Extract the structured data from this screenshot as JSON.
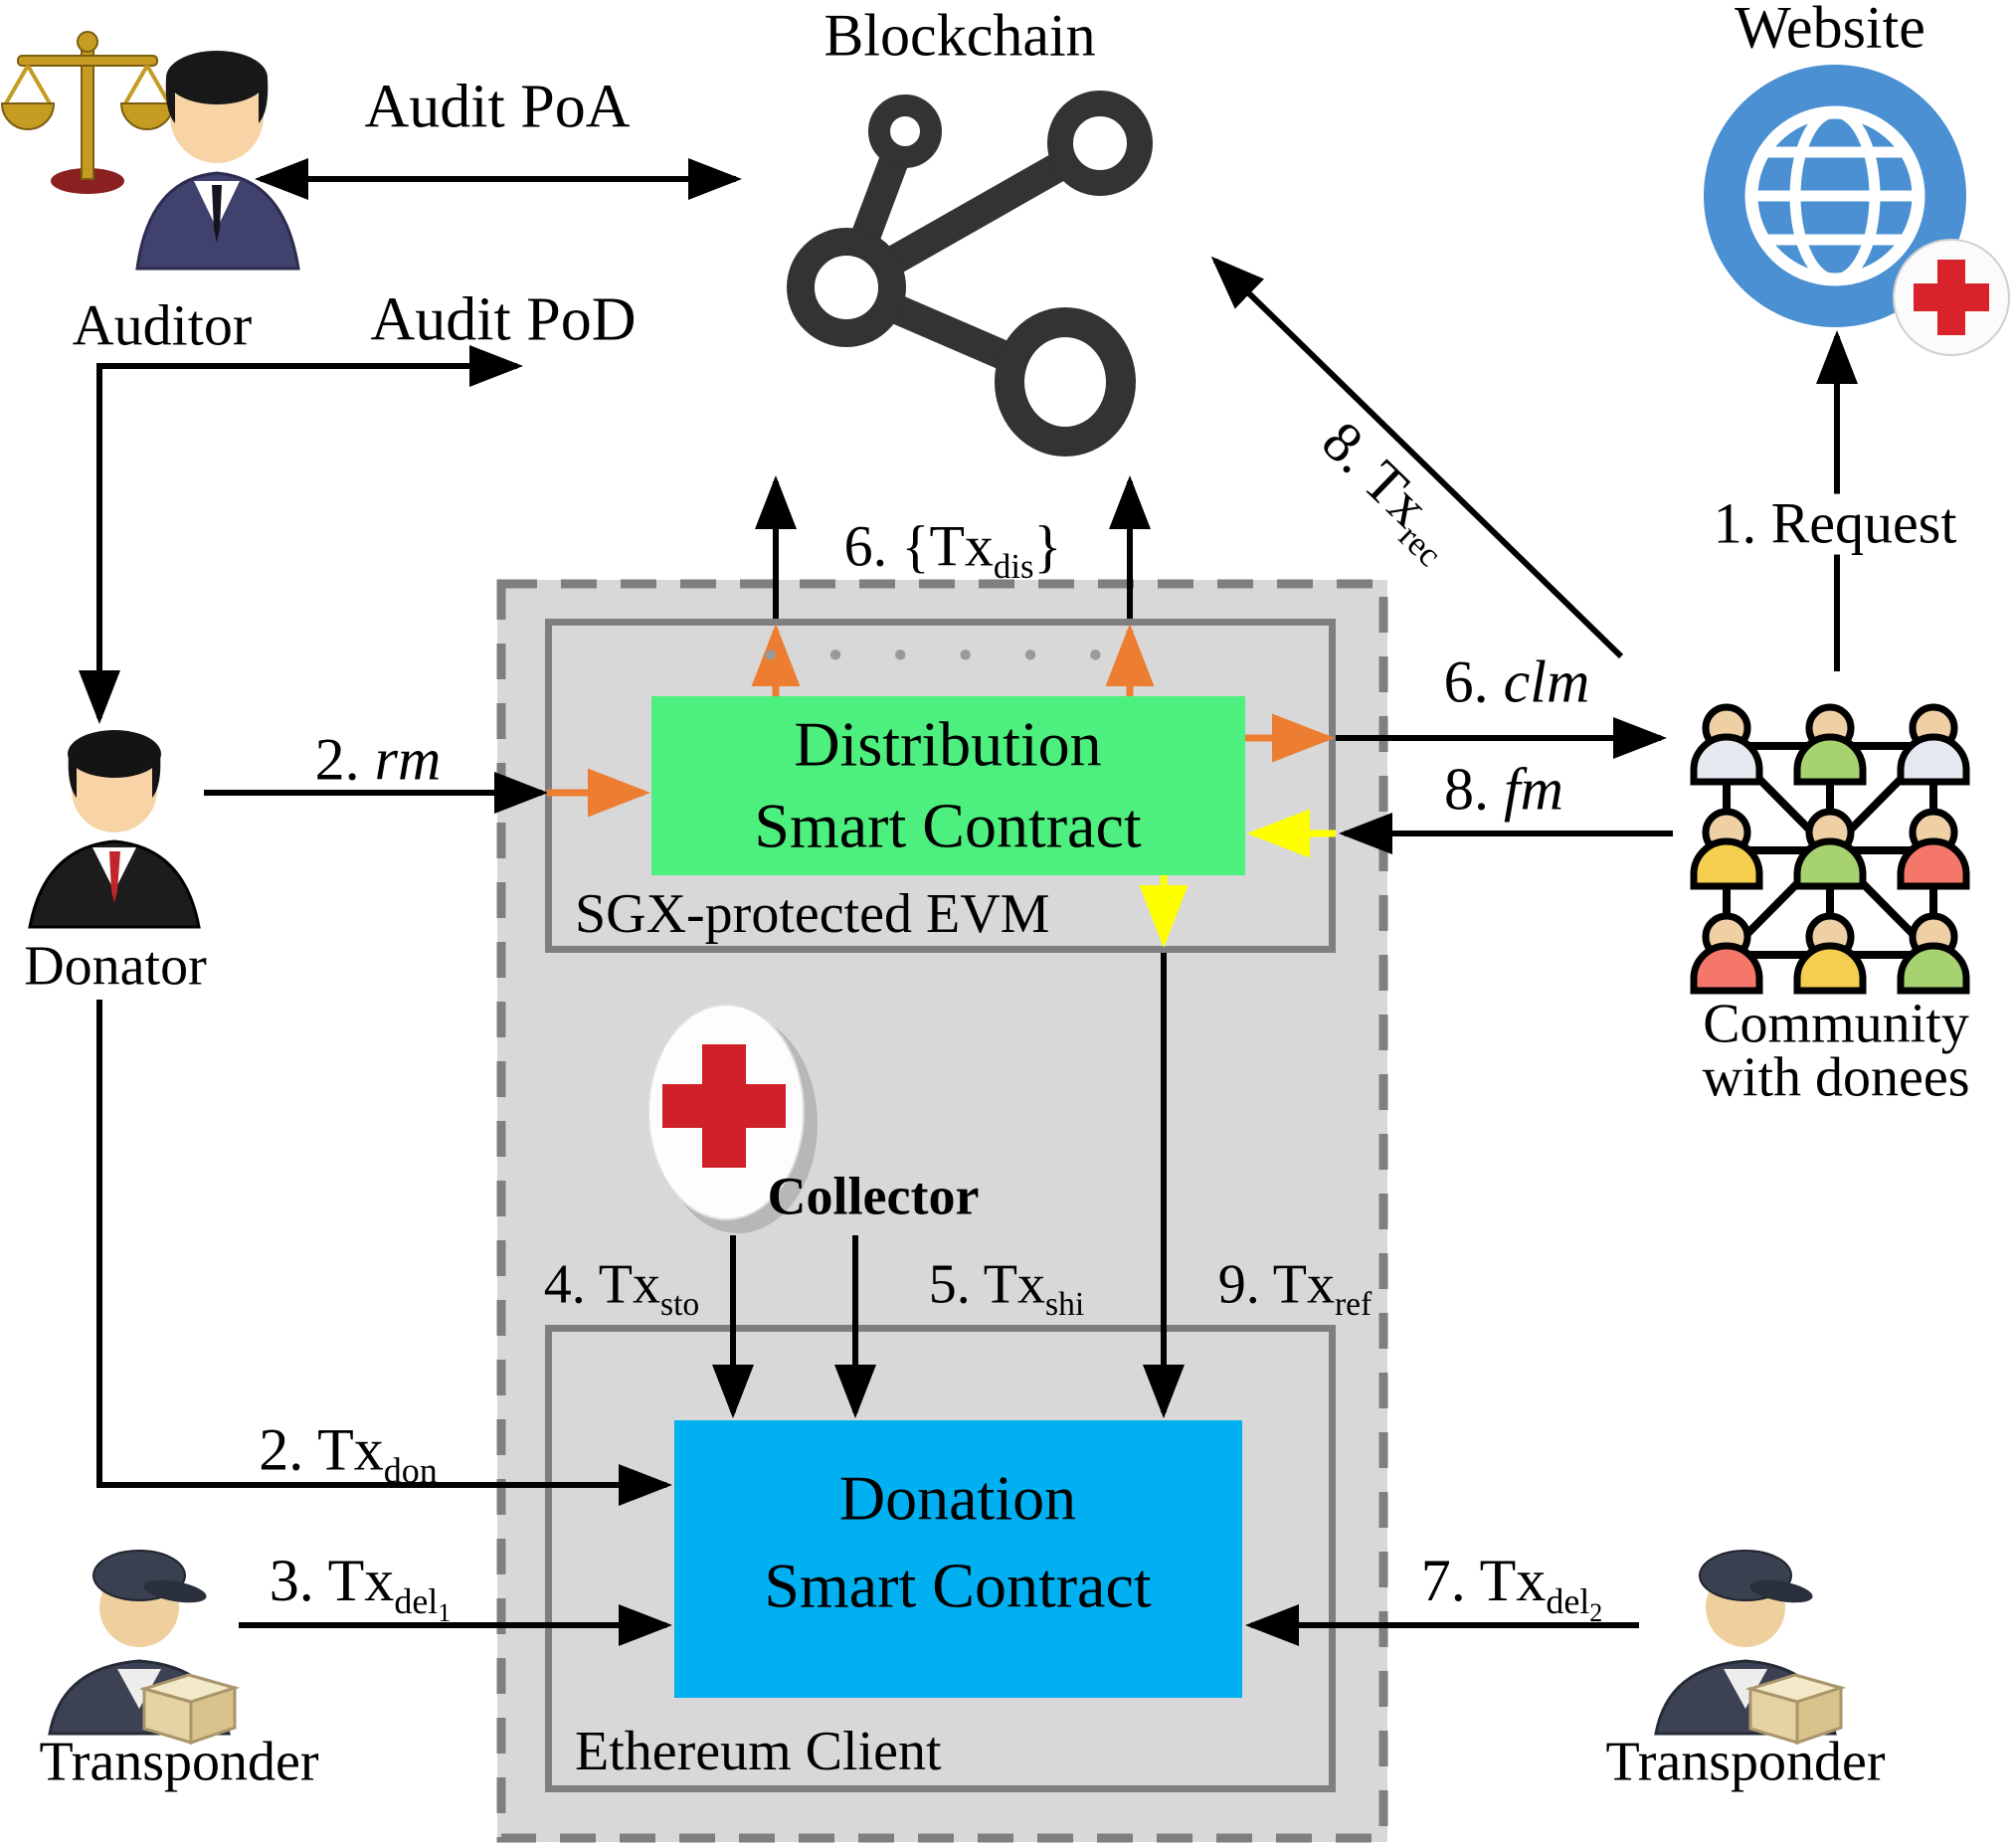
{
  "nodes": {
    "auditor": {
      "label": "Auditor"
    },
    "blockchain": {
      "label": "Blockchain"
    },
    "website": {
      "label": "Website"
    },
    "donator": {
      "label": "Donator"
    },
    "community": {
      "line1": "Community",
      "line2": "with donees"
    },
    "collector": {
      "label": "Collector"
    },
    "transponder_left": {
      "label": "Transponder"
    },
    "transponder_right": {
      "label": "Transponder"
    },
    "sgx": {
      "label": "SGX-protected EVM",
      "dots": "· · · · · ·"
    },
    "ethereum": {
      "label": "Ethereum Client"
    },
    "distribution": {
      "line1": "Distribution",
      "line2": "Smart Contract"
    },
    "donation": {
      "line1": "Donation",
      "line2": "Smart Contract"
    }
  },
  "edges": {
    "audit_poa": {
      "label": "Audit PoA"
    },
    "audit_pod": {
      "label": "Audit PoD"
    },
    "request": {
      "label": "1. Request"
    },
    "rm": {
      "pre": "2. ",
      "it": "rm"
    },
    "tx_don": {
      "pre": "2. Tx",
      "sub": "don"
    },
    "tx_del1": {
      "pre": "3. Tx",
      "sub": "del",
      "subsub": "1"
    },
    "tx_sto": {
      "pre": "4. Tx",
      "sub": "sto"
    },
    "tx_shi": {
      "pre": "5. Tx",
      "sub": "shi"
    },
    "tx_dis": {
      "pre": "6. {Tx",
      "sub": "dis",
      "post": "}"
    },
    "clm": {
      "pre": "6. ",
      "it": "clm"
    },
    "tx_del2": {
      "pre": "7. Tx",
      "sub": "del",
      "subsub": "2"
    },
    "fm": {
      "pre": "8. ",
      "it": "fm"
    },
    "tx_rec": {
      "pre": "8. Tx",
      "sub": "rec"
    },
    "tx_ref": {
      "pre": "9. Tx",
      "sub": "ref"
    }
  },
  "icons": {
    "auditor": "scales-person-icon",
    "donator": "businessman-icon",
    "blockchain": "network-nodes-icon",
    "website": "globe-icon",
    "website_badge": "red-cross-badge",
    "community": "people-network-icon",
    "collector": "red-cross-icon",
    "transponder": "courier-with-box-icon"
  },
  "colors": {
    "contract_green": "#4DF07E",
    "contract_blue": "#00B0F0",
    "arrow_orange": "#ED7D31",
    "arrow_yellow": "#FFFF00",
    "enclave_gray": "#D8D8D8",
    "border_gray": "#7F7F7F",
    "icon_dark": "#333333",
    "globe_blue": "#4A90D2",
    "cross_red": "#D8232A"
  }
}
